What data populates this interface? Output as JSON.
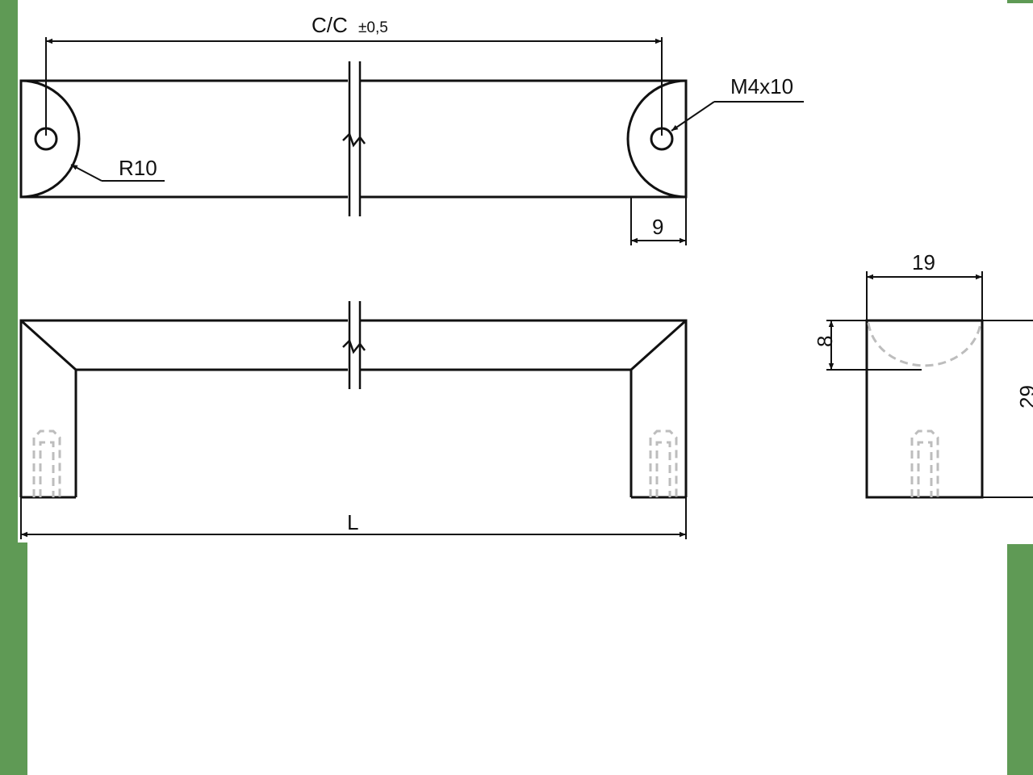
{
  "colors": {
    "frame_green": "#5f9a55",
    "line": "#111111",
    "hidden_line": "#bdbdbd",
    "background": "#ffffff"
  },
  "dimensions": {
    "center_to_center": "C/C",
    "center_to_center_tolerance": "±0,5",
    "thread": "M4x10",
    "radius": "R10",
    "end_offset": "9",
    "overall_length": "L",
    "width": "19",
    "depth": "8",
    "height": "29"
  }
}
